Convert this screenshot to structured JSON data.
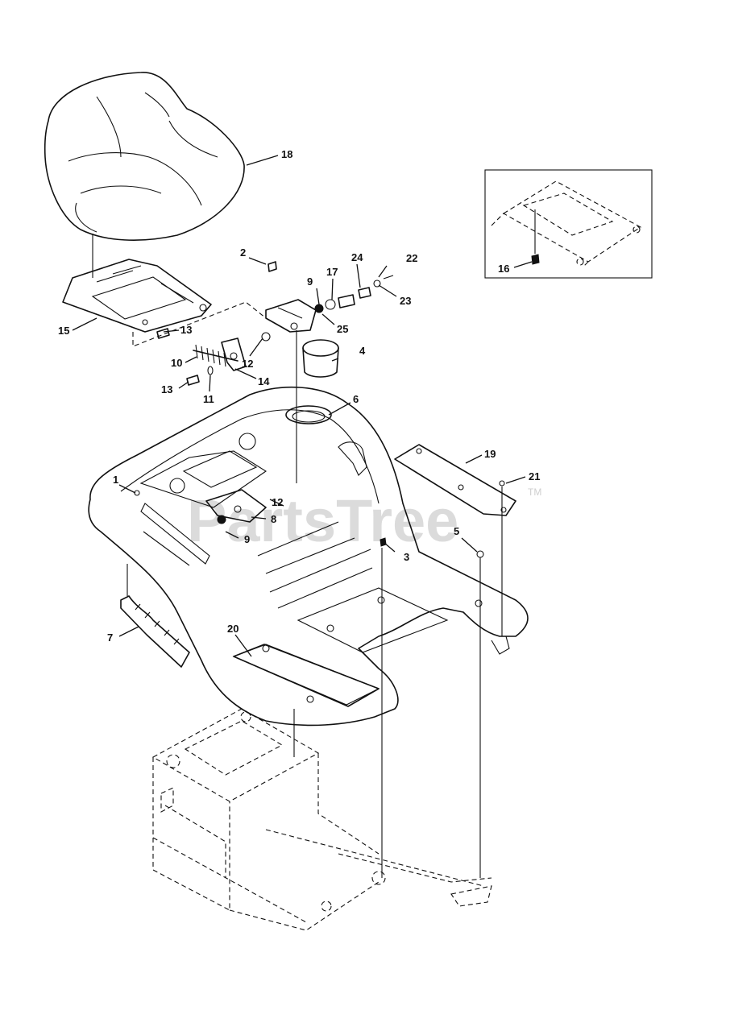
{
  "watermark": {
    "text": "PartsTree",
    "trademark": "TM"
  },
  "callouts": [
    "1",
    "2",
    "3",
    "4",
    "5",
    "6",
    "7",
    "8",
    "9",
    "9",
    "10",
    "11",
    "12",
    "12",
    "13",
    "13",
    "14",
    "15",
    "16",
    "17",
    "18",
    "19",
    "20",
    "21",
    "22",
    "23",
    "24",
    "25"
  ],
  "colors": {
    "line": "#111111",
    "background": "#ffffff",
    "watermark": "#cfcfcf"
  }
}
